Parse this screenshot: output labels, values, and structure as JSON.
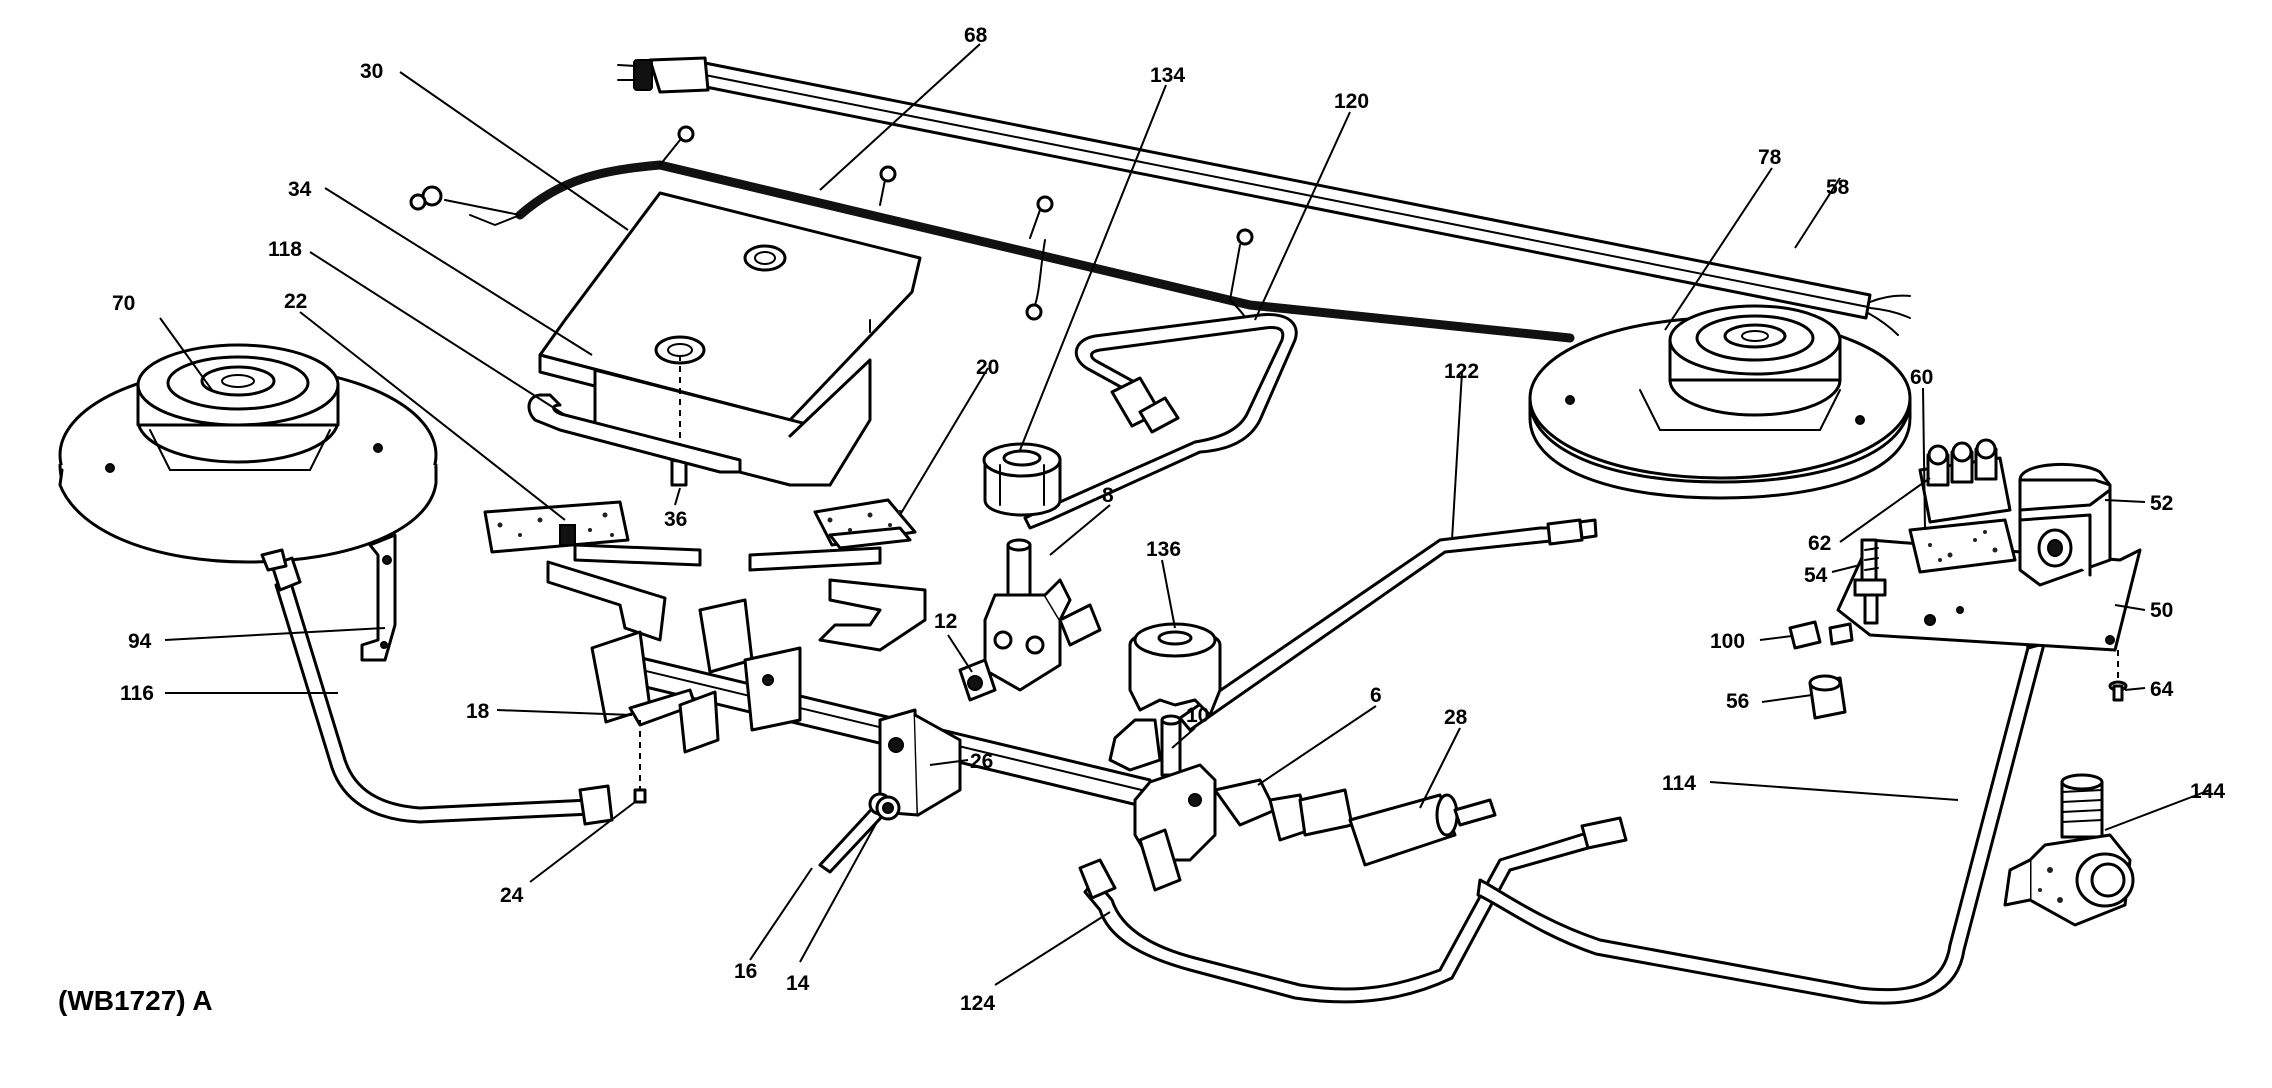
{
  "diagram_code": "(WB1727) A",
  "labels": {
    "l30": "30",
    "l68": "68",
    "l134": "134",
    "l120": "120",
    "l78": "78",
    "l58": "58",
    "l34": "34",
    "l118": "118",
    "l70": "70",
    "l22": "22",
    "l20": "20",
    "l122": "122",
    "l60": "60",
    "l62": "62",
    "l52": "52",
    "l54": "54",
    "l50": "50",
    "l100": "100",
    "l64": "64",
    "l56": "56",
    "l114": "114",
    "l144": "144",
    "l36": "36",
    "l8": "8",
    "l136": "136",
    "l12": "12",
    "l10": "10",
    "l6": "6",
    "l28": "28",
    "l94": "94",
    "l116": "116",
    "l18": "18",
    "l26": "26",
    "l24": "24",
    "l16": "16",
    "l14": "14",
    "l124": "124"
  }
}
